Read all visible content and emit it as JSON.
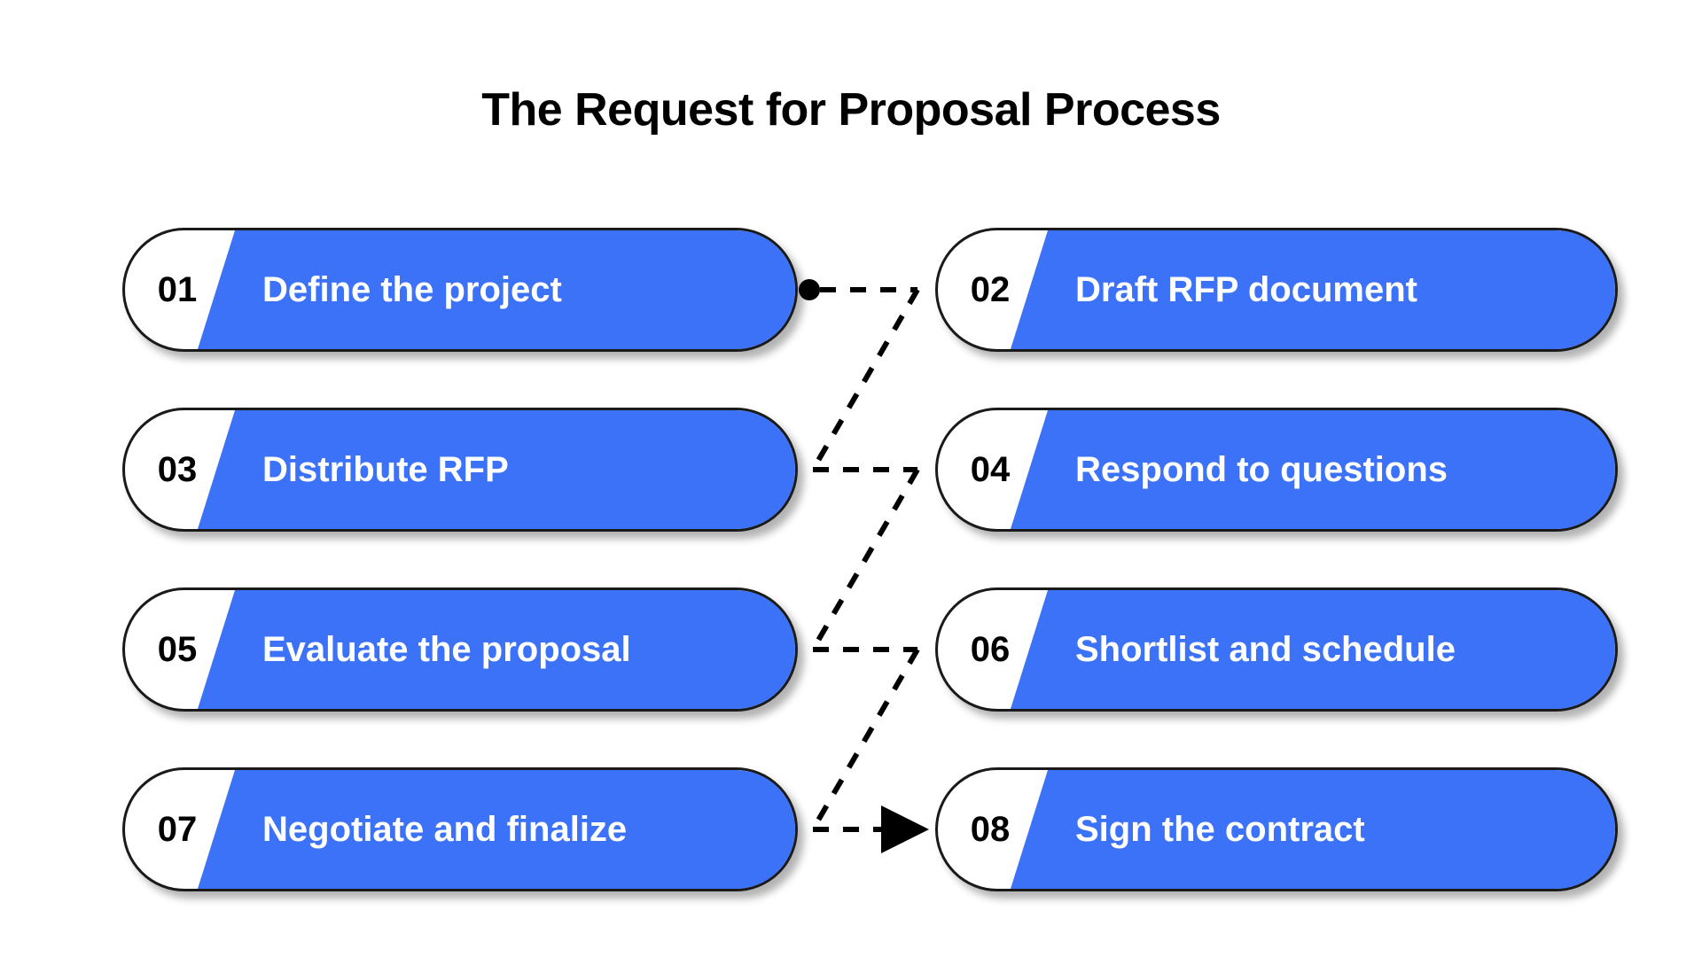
{
  "title": "The Request for Proposal Process",
  "theme": {
    "accent_blue": "#3b72f7",
    "outline": "#1a1a1a",
    "card_bg": "#ffffff",
    "label_color": "#ffffff",
    "number_color": "#000000",
    "page_bg": "#ffffff",
    "connector_color": "#000000"
  },
  "steps": [
    {
      "number": "01",
      "label": "Define the project",
      "column": "left",
      "row": 1
    },
    {
      "number": "02",
      "label": "Draft RFP document",
      "column": "right",
      "row": 1
    },
    {
      "number": "03",
      "label": "Distribute RFP",
      "column": "left",
      "row": 2
    },
    {
      "number": "04",
      "label": "Respond to questions",
      "column": "right",
      "row": 2
    },
    {
      "number": "05",
      "label": "Evaluate the proposal",
      "column": "left",
      "row": 3
    },
    {
      "number": "06",
      "label": "Shortlist and schedule",
      "column": "right",
      "row": 3
    },
    {
      "number": "07",
      "label": "Negotiate and finalize",
      "column": "left",
      "row": 4
    },
    {
      "number": "08",
      "label": "Sign the contract",
      "column": "right",
      "row": 4
    }
  ],
  "connector": {
    "style": "dashed",
    "start_marker": "dot",
    "end_marker": "arrowhead",
    "path_shape": "zigzag"
  }
}
